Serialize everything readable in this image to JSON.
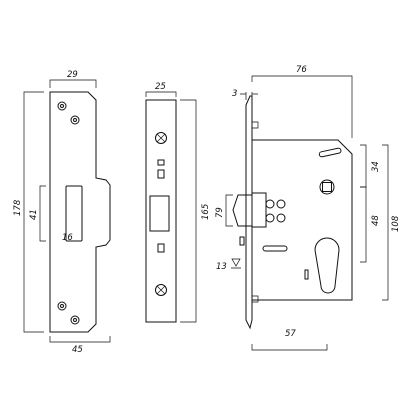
{
  "strike_plate": {
    "width_top": "29",
    "width_bottom": "45",
    "height": "178",
    "opening_height": "41",
    "opening_offset": "16"
  },
  "forend": {
    "width": "25",
    "height": "165"
  },
  "lock_case": {
    "forend_thickness": "3",
    "total_depth": "76",
    "latch_height": "79",
    "backset": "57",
    "deadbolt_throw": "13",
    "handle_centre": "34",
    "cylinder_centre": "48",
    "case_height": "108"
  }
}
